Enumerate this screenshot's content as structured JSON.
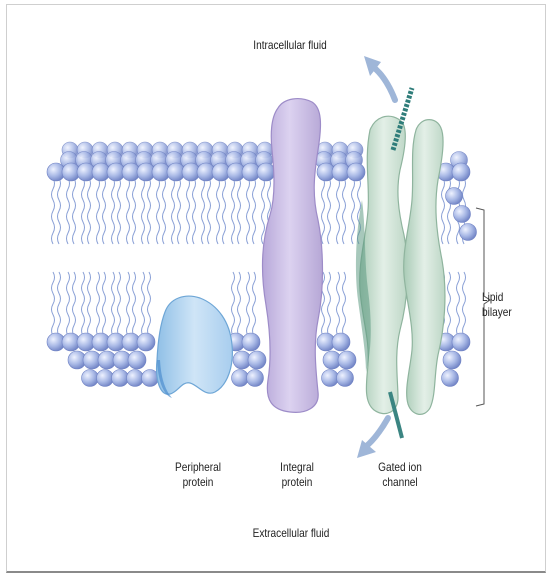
{
  "labels": {
    "intracellular": "Intracellular fluid",
    "extracellular": "Extracellular fluid",
    "peripheral_line1": "Peripheral",
    "peripheral_line2": "protein",
    "integral_line1": "Integral",
    "integral_line2": "protein",
    "gated_line1": "Gated ion",
    "gated_line2": "channel",
    "lipid_line1": "Lipid",
    "lipid_line2": "bilayer"
  },
  "colors": {
    "head": "#a9b9e6",
    "head_shade": "#6f82c4",
    "tail": "#8aa0d6",
    "integral_protein": "#c9bde3",
    "peripheral_protein": "#b9d8f0",
    "channel": "#cfe2d6",
    "channel_dark": "#5f9a83",
    "arrow": "#9fb6d8"
  }
}
